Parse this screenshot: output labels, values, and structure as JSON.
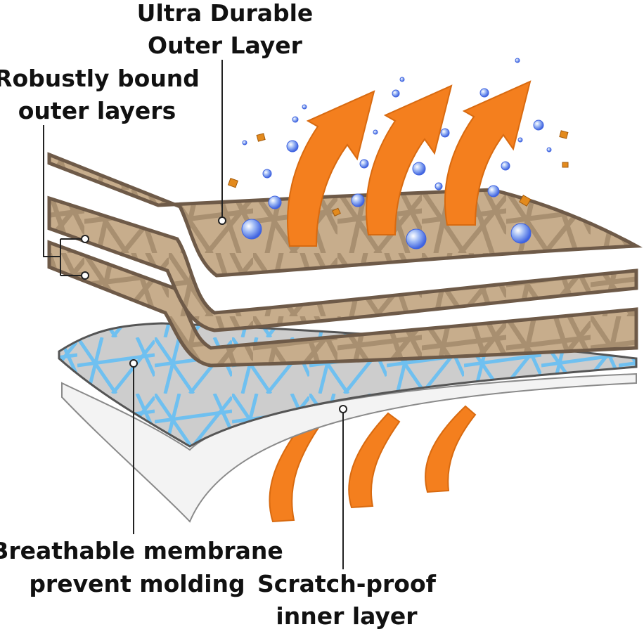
{
  "labels": {
    "outer_layer": [
      "Ultra Durable",
      "Outer Layer"
    ],
    "bound_layers": [
      "Robustly bound",
      "outer layers"
    ],
    "membrane": [
      "Breathable membrane",
      "prevent molding"
    ],
    "inner_layer": [
      "Scratch-proof",
      "inner layer"
    ]
  },
  "colors": {
    "outer_fabric": "#c7ad8c",
    "outer_pattern": "#a88f70",
    "outer_edge": "#6e5a48",
    "membrane_base": "#c9c9c9",
    "membrane_pattern": "#6fc0f0",
    "inner_layer": "#f3f3f3",
    "inner_edge": "#8a8a8a",
    "airflow_arrow": "#f47f1e",
    "water_bubble": "#3f73e8",
    "dirt_particle": "#e38a1d",
    "leader_line": "#222222"
  },
  "icons": {
    "airflow": "up-arrow-icon",
    "moisture": "bubble-icon",
    "dirt": "particle-icon"
  }
}
